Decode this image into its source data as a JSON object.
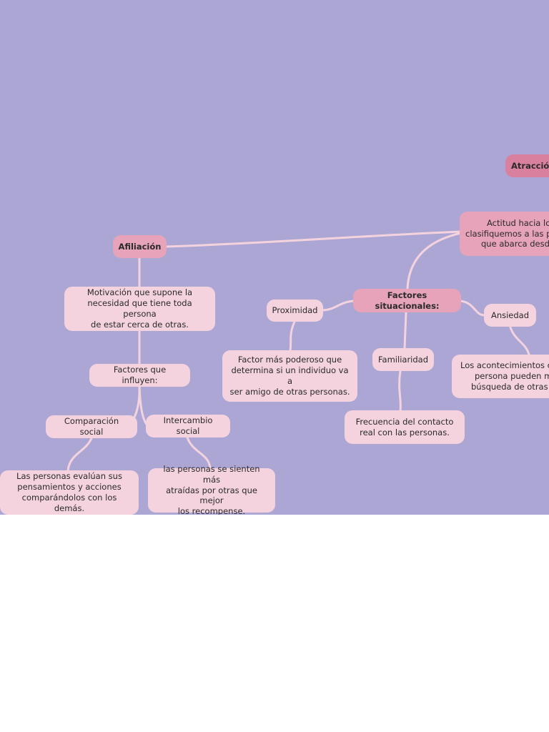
{
  "colors": {
    "background": "#aba6d4",
    "node_light": "#f4d3de",
    "node_mid": "#e6a3b9",
    "node_dark": "#d9809f",
    "connector": "#f4d3de"
  },
  "nodes": {
    "atraccion": "Atracción",
    "actitud_lines": [
      "Actitud hacia los",
      "clasifiquemos a las p",
      "que abarca desd"
    ],
    "afiliacion": "Afiliación",
    "motivacion_lines": [
      "Motivación que supone la",
      "necesidad que tiene toda persona",
      "de estar cerca de otras."
    ],
    "factores_influyen": "Factores que influyen:",
    "comparacion_social": "Comparación social",
    "intercambio_social": "Intercambio social",
    "comparacion_desc_lines": [
      "Las personas evalúan sus",
      "pensamientos y acciones",
      "comparándolos con los demás."
    ],
    "intercambio_desc_lines": [
      "las personas se sienten más",
      "atraídas por otras que mejor",
      "los recompense."
    ],
    "factores_situacionales": "Factores situacionales:",
    "proximidad": "Proximidad",
    "proximidad_desc_lines": [
      "Factor más poderoso que",
      "determina si un individuo va a",
      "ser amigo de otras personas."
    ],
    "familiaridad": "Familiaridad",
    "familiaridad_desc_lines": [
      "Frecuencia del contacto",
      "real con las personas."
    ],
    "ansiedad": "Ansiedad",
    "ansiedad_desc_lines": [
      "Los acontecimientos c",
      "persona pueden m",
      "búsqueda de otras"
    ]
  }
}
